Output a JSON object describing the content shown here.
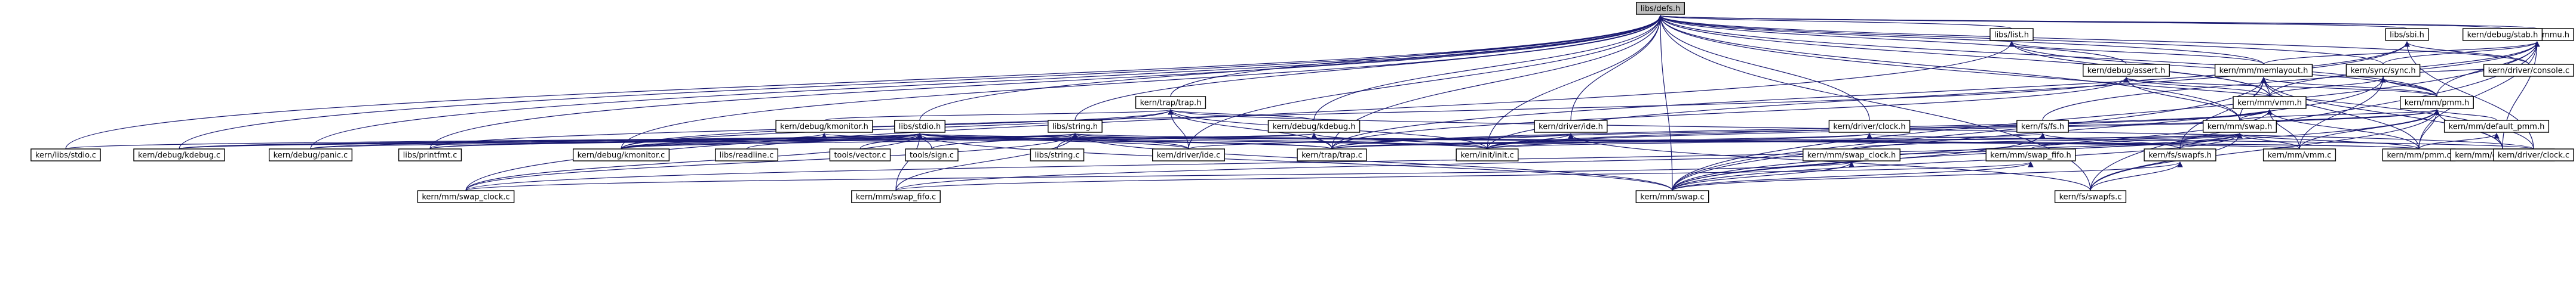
{
  "nodes": [
    {
      "id": "root",
      "label": "libs/defs.h",
      "root": true
    },
    {
      "id": "libs_list",
      "label": "libs/list.h"
    },
    {
      "id": "mmu",
      "label": "kern/mm/mmu.h"
    },
    {
      "id": "stab",
      "label": "kern/debug/stab.h"
    },
    {
      "id": "sbi",
      "label": "libs/sbi.h"
    },
    {
      "id": "assert",
      "label": "kern/debug/assert.h"
    },
    {
      "id": "memlayout",
      "label": "kern/mm/memlayout.h"
    },
    {
      "id": "sync",
      "label": "kern/sync/sync.h"
    },
    {
      "id": "trap_h",
      "label": "kern/trap/trap.h"
    },
    {
      "id": "vmm_h",
      "label": "kern/mm/vmm.h"
    },
    {
      "id": "pmm_h",
      "label": "kern/mm/pmm.h"
    },
    {
      "id": "kmonitor_h",
      "label": "kern/debug/kmonitor.h"
    },
    {
      "id": "stdio_h",
      "label": "libs/stdio.h"
    },
    {
      "id": "string_h",
      "label": "libs/string.h"
    },
    {
      "id": "kdebug_h",
      "label": "kern/debug/kdebug.h"
    },
    {
      "id": "ide_h",
      "label": "kern/driver/ide.h"
    },
    {
      "id": "clock_h",
      "label": "kern/driver/clock.h"
    },
    {
      "id": "fs_h",
      "label": "kern/fs/fs.h"
    },
    {
      "id": "swap_h",
      "label": "kern/mm/swap.h"
    },
    {
      "id": "default_pmm_h",
      "label": "kern/mm/default_pmm.h"
    },
    {
      "id": "console_c",
      "label": "kern/driver/console.c"
    },
    {
      "id": "stdio_c",
      "label": "kern/libs/stdio.c"
    },
    {
      "id": "kdebug_c",
      "label": "kern/debug/kdebug.c"
    },
    {
      "id": "panic_c",
      "label": "kern/debug/panic.c"
    },
    {
      "id": "printfmt_c",
      "label": "libs/printfmt.c"
    },
    {
      "id": "kmonitor_c",
      "label": "kern/debug/kmonitor.c"
    },
    {
      "id": "readline_c",
      "label": "libs/readline.c"
    },
    {
      "id": "vector_c",
      "label": "tools/vector.c"
    },
    {
      "id": "sign_c",
      "label": "tools/sign.c"
    },
    {
      "id": "string_c",
      "label": "libs/string.c"
    },
    {
      "id": "ide_c",
      "label": "kern/driver/ide.c"
    },
    {
      "id": "trap_c",
      "label": "kern/trap/trap.c"
    },
    {
      "id": "init_c",
      "label": "kern/init/init.c"
    },
    {
      "id": "swap_clock_h",
      "label": "kern/mm/swap_clock.h"
    },
    {
      "id": "swap_fifo_h",
      "label": "kern/mm/swap_fifo.h"
    },
    {
      "id": "swapfs_h",
      "label": "kern/fs/swapfs.h"
    },
    {
      "id": "vmm_c",
      "label": "kern/mm/vmm.c"
    },
    {
      "id": "pmm_c",
      "label": "kern/mm/pmm.c"
    },
    {
      "id": "default_pmm_c",
      "label": "kern/mm/default_pmm.c"
    },
    {
      "id": "clock_c",
      "label": "kern/driver/clock.c"
    },
    {
      "id": "swap_clock_c",
      "label": "kern/mm/swap_clock.c"
    },
    {
      "id": "swap_fifo_c",
      "label": "kern/mm/swap_fifo.c"
    },
    {
      "id": "swap_c",
      "label": "kern/mm/swap.c"
    },
    {
      "id": "swapfs_c",
      "label": "kern/fs/swapfs.c"
    }
  ],
  "edges": [
    [
      "libs_list",
      "root"
    ],
    [
      "mmu",
      "root"
    ],
    [
      "stab",
      "root"
    ],
    [
      "sbi",
      "root"
    ],
    [
      "assert",
      "root"
    ],
    [
      "memlayout",
      "root"
    ],
    [
      "sync",
      "root"
    ],
    [
      "trap_h",
      "root"
    ],
    [
      "vmm_h",
      "root"
    ],
    [
      "pmm_h",
      "root"
    ],
    [
      "stdio_h",
      "root"
    ],
    [
      "string_h",
      "root"
    ],
    [
      "kdebug_h",
      "root"
    ],
    [
      "ide_h",
      "root"
    ],
    [
      "clock_h",
      "root"
    ],
    [
      "swap_h",
      "root"
    ],
    [
      "console_c",
      "root"
    ],
    [
      "stdio_c",
      "root"
    ],
    [
      "kdebug_c",
      "root"
    ],
    [
      "panic_c",
      "root"
    ],
    [
      "printfmt_c",
      "root"
    ],
    [
      "kmonitor_c",
      "root"
    ],
    [
      "init_c",
      "root"
    ],
    [
      "trap_c",
      "root"
    ],
    [
      "ide_c",
      "root"
    ],
    [
      "clock_c",
      "root"
    ],
    [
      "swap_c",
      "root"
    ],
    [
      "swapfs_c",
      "root"
    ],
    [
      "memlayout",
      "libs_list"
    ],
    [
      "vmm_h",
      "libs_list"
    ],
    [
      "pmm_h",
      "libs_list"
    ],
    [
      "swap_clock_c",
      "libs_list"
    ],
    [
      "memlayout",
      "mmu"
    ],
    [
      "sync",
      "mmu"
    ],
    [
      "pmm_h",
      "mmu"
    ],
    [
      "vmm_h",
      "mmu"
    ],
    [
      "fs_h",
      "mmu"
    ],
    [
      "swap_c",
      "mmu"
    ],
    [
      "swapfs_c",
      "mmu"
    ],
    [
      "default_pmm_c",
      "mmu"
    ],
    [
      "pmm_c",
      "mmu"
    ],
    [
      "console_c",
      "sbi"
    ],
    [
      "clock_c",
      "sbi"
    ],
    [
      "trap_c",
      "sbi"
    ],
    [
      "init_c",
      "sbi"
    ],
    [
      "pmm_h",
      "assert"
    ],
    [
      "vmm_h",
      "assert"
    ],
    [
      "swap_h",
      "assert"
    ],
    [
      "kmonitor_c",
      "assert"
    ],
    [
      "trap_c",
      "assert"
    ],
    [
      "swapfs_h",
      "memlayout"
    ],
    [
      "vmm_h",
      "memlayout"
    ],
    [
      "pmm_h",
      "memlayout"
    ],
    [
      "swap_h",
      "memlayout"
    ],
    [
      "default_pmm_c",
      "memlayout"
    ],
    [
      "pmm_c",
      "memlayout"
    ],
    [
      "swap_c",
      "memlayout"
    ],
    [
      "vmm_h",
      "sync"
    ],
    [
      "pmm_h",
      "sync"
    ],
    [
      "console_c",
      "sync"
    ],
    [
      "vmm_c",
      "sync"
    ],
    [
      "swap_c",
      "sync"
    ],
    [
      "kmonitor_h",
      "trap_h"
    ],
    [
      "kdebug_h",
      "trap_h"
    ],
    [
      "kmonitor_c",
      "trap_h"
    ],
    [
      "init_c",
      "trap_h"
    ],
    [
      "trap_c",
      "trap_h"
    ],
    [
      "clock_c",
      "trap_h"
    ],
    [
      "ide_c",
      "trap_h"
    ],
    [
      "printfmt_c",
      "trap_h"
    ],
    [
      "swap_h",
      "vmm_h"
    ],
    [
      "trap_c",
      "vmm_h"
    ],
    [
      "init_c",
      "vmm_h"
    ],
    [
      "vmm_c",
      "vmm_h"
    ],
    [
      "pmm_c",
      "vmm_h"
    ],
    [
      "swap_c",
      "vmm_h"
    ],
    [
      "default_pmm_h",
      "pmm_h"
    ],
    [
      "swap_h",
      "pmm_h"
    ],
    [
      "init_c",
      "pmm_h"
    ],
    [
      "trap_c",
      "pmm_h"
    ],
    [
      "vmm_c",
      "pmm_h"
    ],
    [
      "pmm_c",
      "pmm_h"
    ],
    [
      "swap_c",
      "pmm_h"
    ],
    [
      "default_pmm_c",
      "pmm_h"
    ],
    [
      "swapfs_c",
      "pmm_h"
    ],
    [
      "stdio_c",
      "stdio_h"
    ],
    [
      "kdebug_c",
      "stdio_h"
    ],
    [
      "panic_c",
      "stdio_h"
    ],
    [
      "printfmt_c",
      "stdio_h"
    ],
    [
      "kmonitor_c",
      "stdio_h"
    ],
    [
      "readline_c",
      "stdio_h"
    ],
    [
      "vector_c",
      "stdio_h"
    ],
    [
      "sign_c",
      "stdio_h"
    ],
    [
      "ide_c",
      "stdio_h"
    ],
    [
      "trap_c",
      "stdio_h"
    ],
    [
      "init_c",
      "stdio_h"
    ],
    [
      "vmm_c",
      "stdio_h"
    ],
    [
      "swap_clock_c",
      "stdio_h"
    ],
    [
      "swap_fifo_c",
      "stdio_h"
    ],
    [
      "swap_c",
      "stdio_h"
    ],
    [
      "pmm_c",
      "stdio_h"
    ],
    [
      "string_c",
      "string_h"
    ],
    [
      "kdebug_c",
      "string_h"
    ],
    [
      "kmonitor_c",
      "string_h"
    ],
    [
      "printfmt_c",
      "string_h"
    ],
    [
      "sign_c",
      "string_h"
    ],
    [
      "ide_c",
      "string_h"
    ],
    [
      "init_c",
      "string_h"
    ],
    [
      "vmm_c",
      "string_h"
    ],
    [
      "pmm_c",
      "string_h"
    ],
    [
      "swap_c",
      "string_h"
    ],
    [
      "swap_clock_c",
      "string_h"
    ],
    [
      "swap_fifo_c",
      "string_h"
    ],
    [
      "kdebug_c",
      "kdebug_h"
    ],
    [
      "kmonitor_c",
      "kdebug_h"
    ],
    [
      "panic_c",
      "kdebug_h"
    ],
    [
      "init_c",
      "kdebug_h"
    ],
    [
      "trap_c",
      "kdebug_h"
    ],
    [
      "ide_c",
      "ide_h"
    ],
    [
      "init_c",
      "ide_h"
    ],
    [
      "swapfs_c",
      "ide_h"
    ],
    [
      "clock_c",
      "clock_h"
    ],
    [
      "init_c",
      "clock_h"
    ],
    [
      "trap_c",
      "clock_h"
    ],
    [
      "swapfs_h",
      "fs_h"
    ],
    [
      "swap_c",
      "fs_h"
    ],
    [
      "trap_c",
      "fs_h"
    ],
    [
      "swap_clock_h",
      "swap_h"
    ],
    [
      "swap_fifo_h",
      "swap_h"
    ],
    [
      "swapfs_h",
      "swap_h"
    ],
    [
      "vmm_c",
      "swap_h"
    ],
    [
      "init_c",
      "swap_h"
    ],
    [
      "trap_c",
      "swap_h"
    ],
    [
      "swap_c",
      "swap_h"
    ],
    [
      "swap_clock_c",
      "swap_h"
    ],
    [
      "swap_fifo_c",
      "swap_h"
    ],
    [
      "swapfs_c",
      "swap_h"
    ],
    [
      "pmm_c",
      "swap_h"
    ],
    [
      "pmm_c",
      "default_pmm_h"
    ],
    [
      "default_pmm_c",
      "default_pmm_h"
    ],
    [
      "swap_clock_c",
      "swap_clock_h"
    ],
    [
      "swap_c",
      "swap_clock_h"
    ],
    [
      "swap_fifo_c",
      "swap_fifo_h"
    ],
    [
      "swap_c",
      "swap_fifo_h"
    ],
    [
      "swap_c",
      "swapfs_h"
    ],
    [
      "swapfs_c",
      "swapfs_h"
    ],
    [
      "kmonitor_c",
      "kmonitor_h"
    ],
    [
      "trap_c",
      "kmonitor_h"
    ]
  ]
}
